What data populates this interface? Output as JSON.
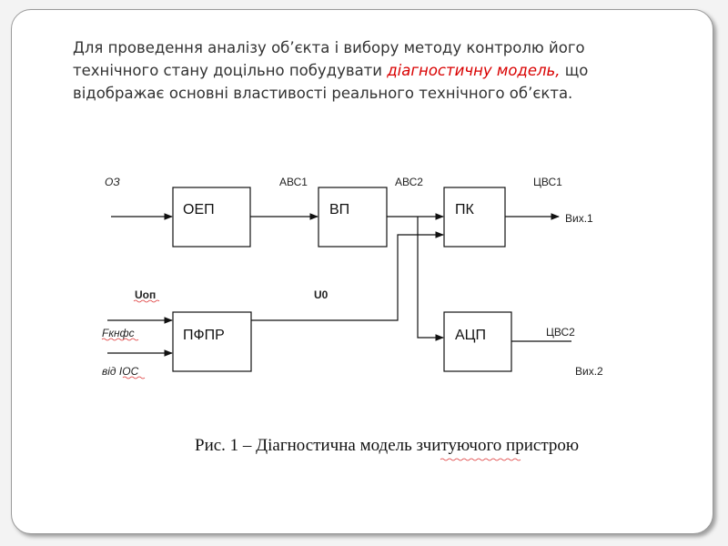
{
  "intro": {
    "text_before": "Для проведення аналізу об’єкта і вибору методу контролю його технічного стану доцільно побудувати ",
    "highlight": "діагностичну модель,",
    "text_after": " що відображає основні властивості реального технічного об’єкта."
  },
  "diagram": {
    "blocks": {
      "oep": "ОЕП",
      "vp": "ВП",
      "pk": "ПК",
      "adc": "АЦП",
      "pfpr": "ПФПР"
    },
    "labels": {
      "oz": "ОЗ",
      "abc1": "АВС1",
      "abc2": "АВС2",
      "cvs1": "ЦВС1",
      "out1": "Вих.1",
      "u_op": "Uоп",
      "u0": "U0",
      "f_knfs": "Fкнфс",
      "vid_ios": "від ІОС",
      "cvs2": "ЦВС2",
      "out2": "Вих.2"
    },
    "colors": {
      "line": "#111111",
      "spellcheck": "#dd3333"
    }
  },
  "caption": "Рис. 1 – Діагностична модель зчитуючого пристрою"
}
